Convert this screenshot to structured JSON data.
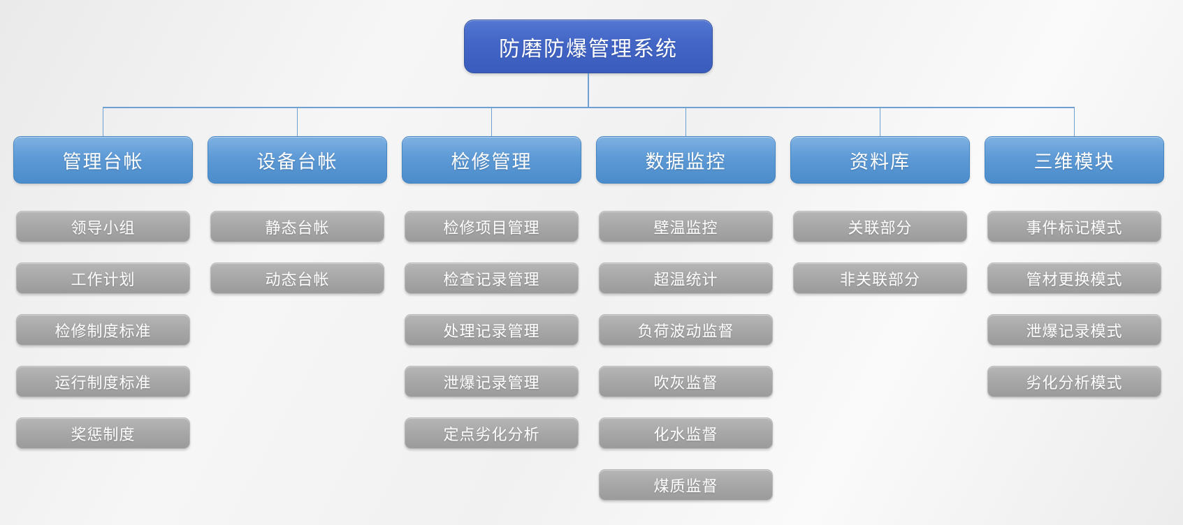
{
  "diagram": {
    "title": "防磨防爆管理系统",
    "root": {
      "label": "防磨防爆管理系统"
    },
    "branches": [
      {
        "label": "管理台帐",
        "children": [
          "领导小组",
          "工作计划",
          "检修制度标准",
          "运行制度标准",
          "奖惩制度"
        ]
      },
      {
        "label": "设备台帐",
        "children": [
          "静态台帐",
          "动态台帐"
        ]
      },
      {
        "label": "检修管理",
        "children": [
          "检修项目管理",
          "检查记录管理",
          "处理记录管理",
          "泄爆记录管理",
          "定点劣化分析"
        ]
      },
      {
        "label": "数据监控",
        "children": [
          "壁温监控",
          "超温统计",
          "负荷波动监督",
          "吹灰监督",
          "化水监督",
          "煤质监督"
        ]
      },
      {
        "label": "资料库",
        "children": [
          "关联部分",
          "非关联部分"
        ]
      },
      {
        "label": "三维模块",
        "children": [
          "事件标记模式",
          "管材更换模式",
          "泄爆记录模式",
          "劣化分析模式"
        ]
      }
    ],
    "colors": {
      "root_top": "#5377d2",
      "root_mid": "#4265c6",
      "root_bottom": "#3a5cbd",
      "branch_top": "#7fb1e2",
      "branch_mid": "#5d9ad6",
      "branch_bottom": "#4b8cca",
      "child_top": "#b6b6b6",
      "child_mid": "#a7a7a7",
      "child_bottom": "#9b9b9b",
      "connector": "#6fa0d4",
      "text": "#ffffff"
    }
  }
}
